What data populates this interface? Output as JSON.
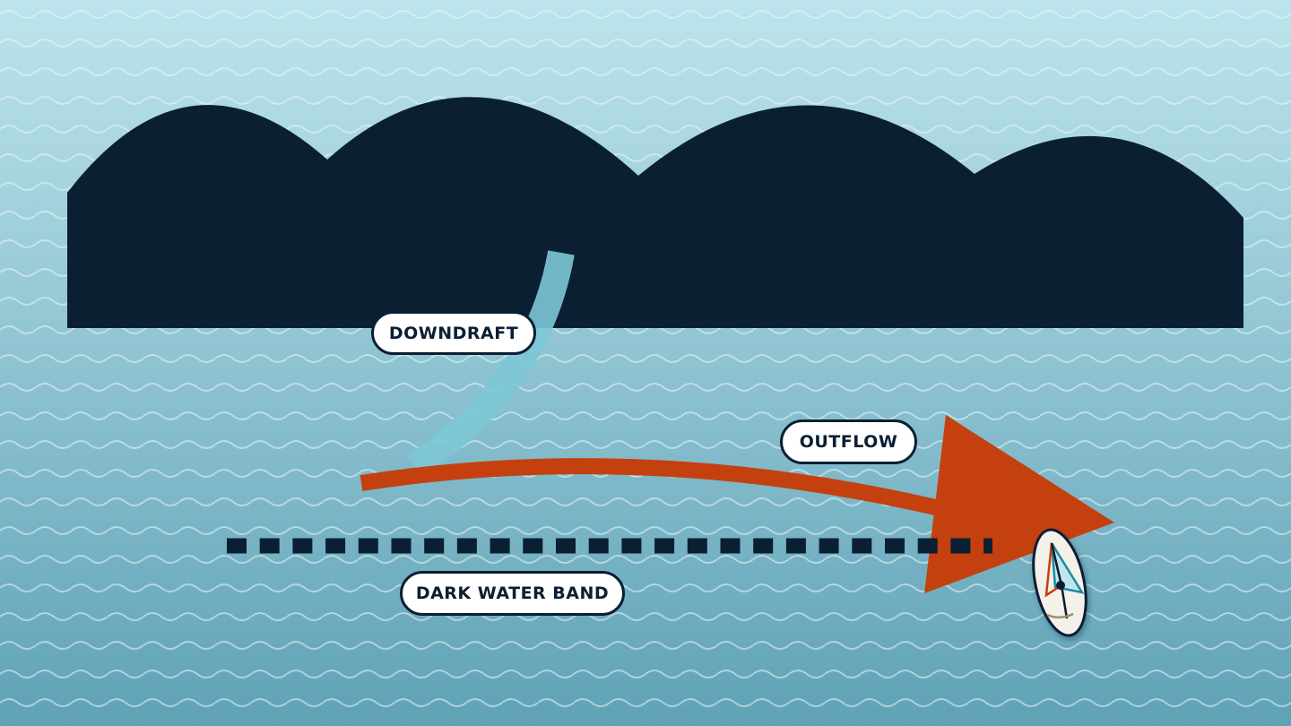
{
  "diagram": {
    "labels": {
      "downdraft": "DOWNDRAFT",
      "outflow": "OUTFLOW",
      "dark_water_band": "DARK WATER BAND"
    },
    "colors": {
      "sky_water_top": "#bde4ec",
      "sky_water_bottom": "#5fa2b6",
      "wave_lines": "#e8f6f9",
      "storm_cloud": "#0b1f33",
      "downdraft_stream": "#7cc6d4",
      "outflow_arrow": "#c4410f",
      "dark_water_band": "#0b1f33",
      "boat_hull": "#f3f1ea"
    },
    "icons": {
      "boat": "sailboat-icon"
    }
  }
}
